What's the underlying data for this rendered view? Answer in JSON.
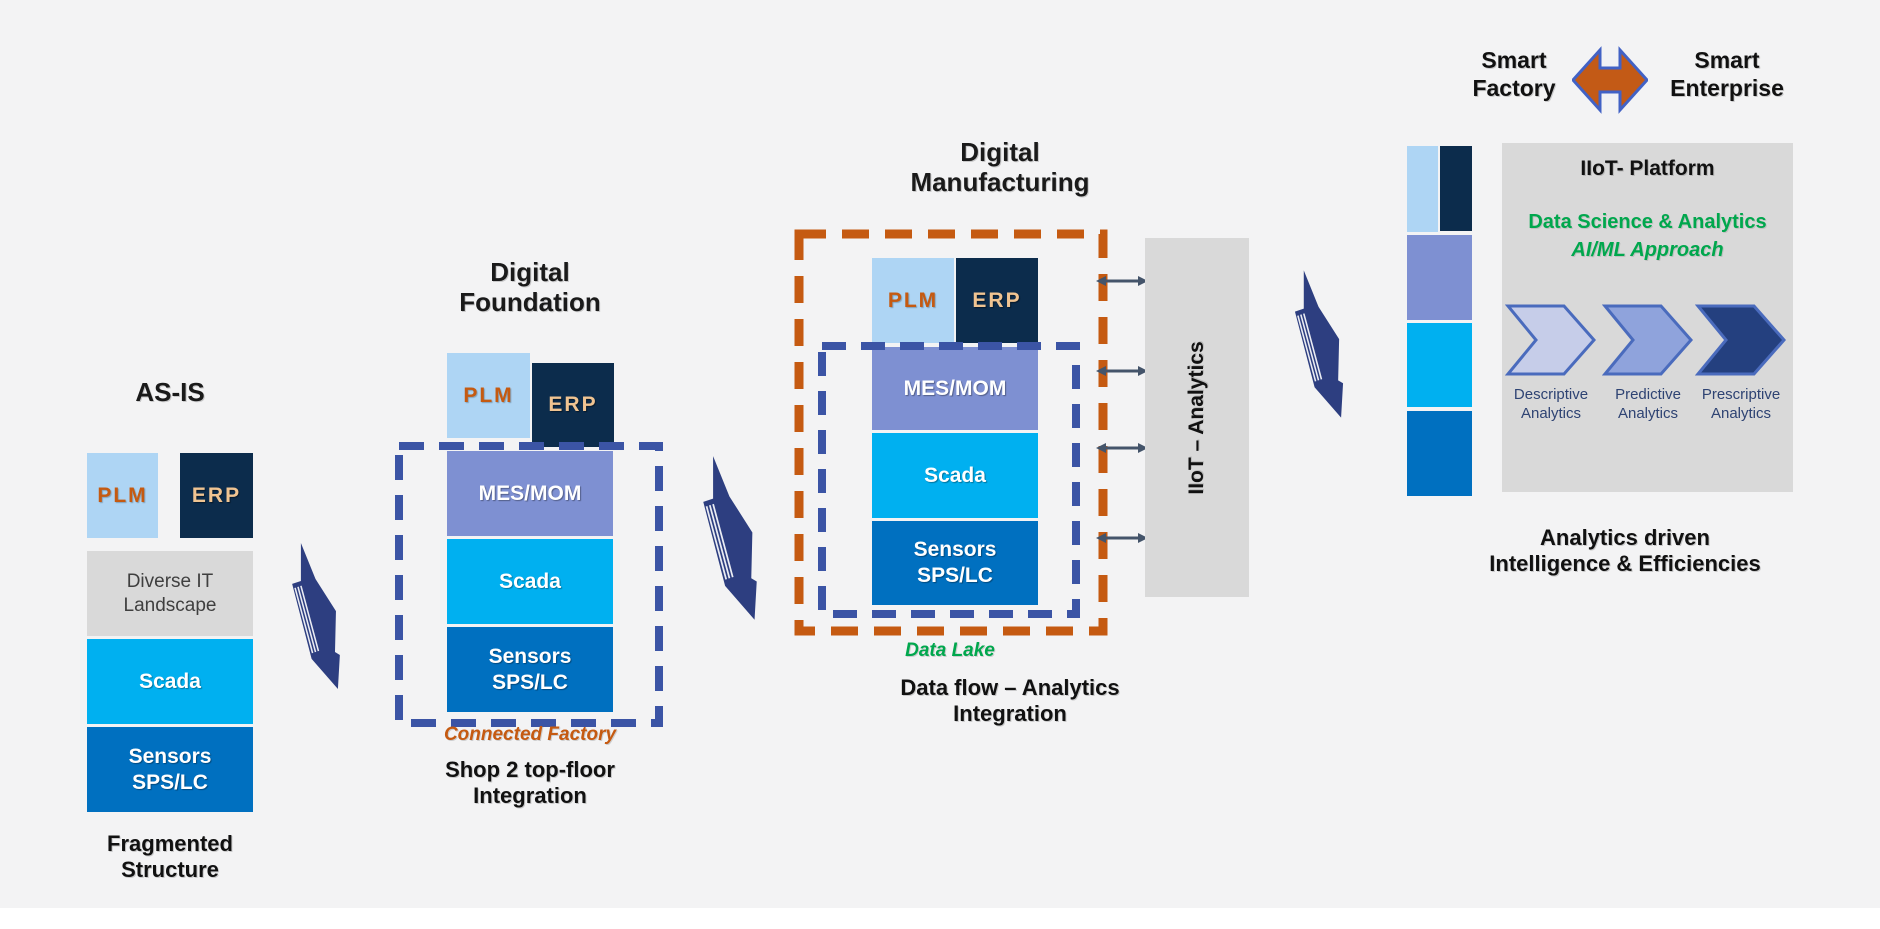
{
  "page": {
    "bg": "#f3f3f4"
  },
  "palette": {
    "light_blue": "#aed5f4",
    "dark_navy": "#0c2c4c",
    "periwinkle": "#7e90d2",
    "cyan": "#00b0f0",
    "blue": "#0070c0",
    "gray": "#d9d9d9",
    "orange": "#c55a11",
    "green": "#00a74d",
    "dash_blue": "#3b54a5",
    "bolt_navy": "#2d3e80",
    "connector_gray": "#44546a",
    "chevron_light": "#c6cde9",
    "chevron_medium": "#8fa3dc",
    "chevron_dark": "#24407f",
    "chevron_border": "#4a6bbd",
    "smart_arrow_fill": "#c35a16",
    "smart_arrow_border": "#4262c5"
  },
  "stage_asis": {
    "title": "AS-IS",
    "plm_label": "PLM",
    "erp_label": "ERP",
    "it_lines": [
      "Diverse IT",
      "Landscape"
    ],
    "scada_label": "Scada",
    "sensors_lines": [
      "Sensors",
      "SPS/LC"
    ],
    "caption_lines": [
      "Fragmented",
      "Structure"
    ]
  },
  "stage_foundation": {
    "title_lines": [
      "Digital",
      "Foundation"
    ],
    "plm_label": "PLM",
    "erp_label": "ERP",
    "mes_label": "MES/MOM",
    "scada_label": "Scada",
    "sensors_lines": [
      "Sensors",
      "SPS/LC"
    ],
    "frame_label": "Connected Factory",
    "caption_lines": [
      "Shop 2 top-floor",
      "Integration"
    ]
  },
  "stage_manufacturing": {
    "title_lines": [
      "Digital",
      "Manufacturing"
    ],
    "plm_label": "PLM",
    "erp_label": "ERP",
    "mes_label": "MES/MOM",
    "scada_label": "Scada",
    "sensors_lines": [
      "Sensors",
      "SPS/LC"
    ],
    "frame_label": "Data Lake",
    "caption_lines": [
      "Data flow – Analytics",
      "Integration"
    ]
  },
  "iiot_bar": {
    "label": "IIoT – Analytics"
  },
  "smart_bridge": {
    "factory_lines": [
      "Smart",
      "Factory"
    ],
    "enterprise_lines": [
      "Smart",
      "Enterprise"
    ]
  },
  "platform": {
    "title": "IIoT- Platform",
    "subtitle": "Data Science & Analytics",
    "approach": "AI/ML Approach",
    "chevrons": [
      {
        "lines": [
          "Descriptive",
          "Analytics"
        ]
      },
      {
        "lines": [
          "Predictive",
          "Analytics"
        ]
      },
      {
        "lines": [
          "Prescriptive",
          "Analytics"
        ]
      }
    ],
    "caption_lines": [
      "Analytics driven",
      "Intelligence & Efficiencies"
    ]
  }
}
